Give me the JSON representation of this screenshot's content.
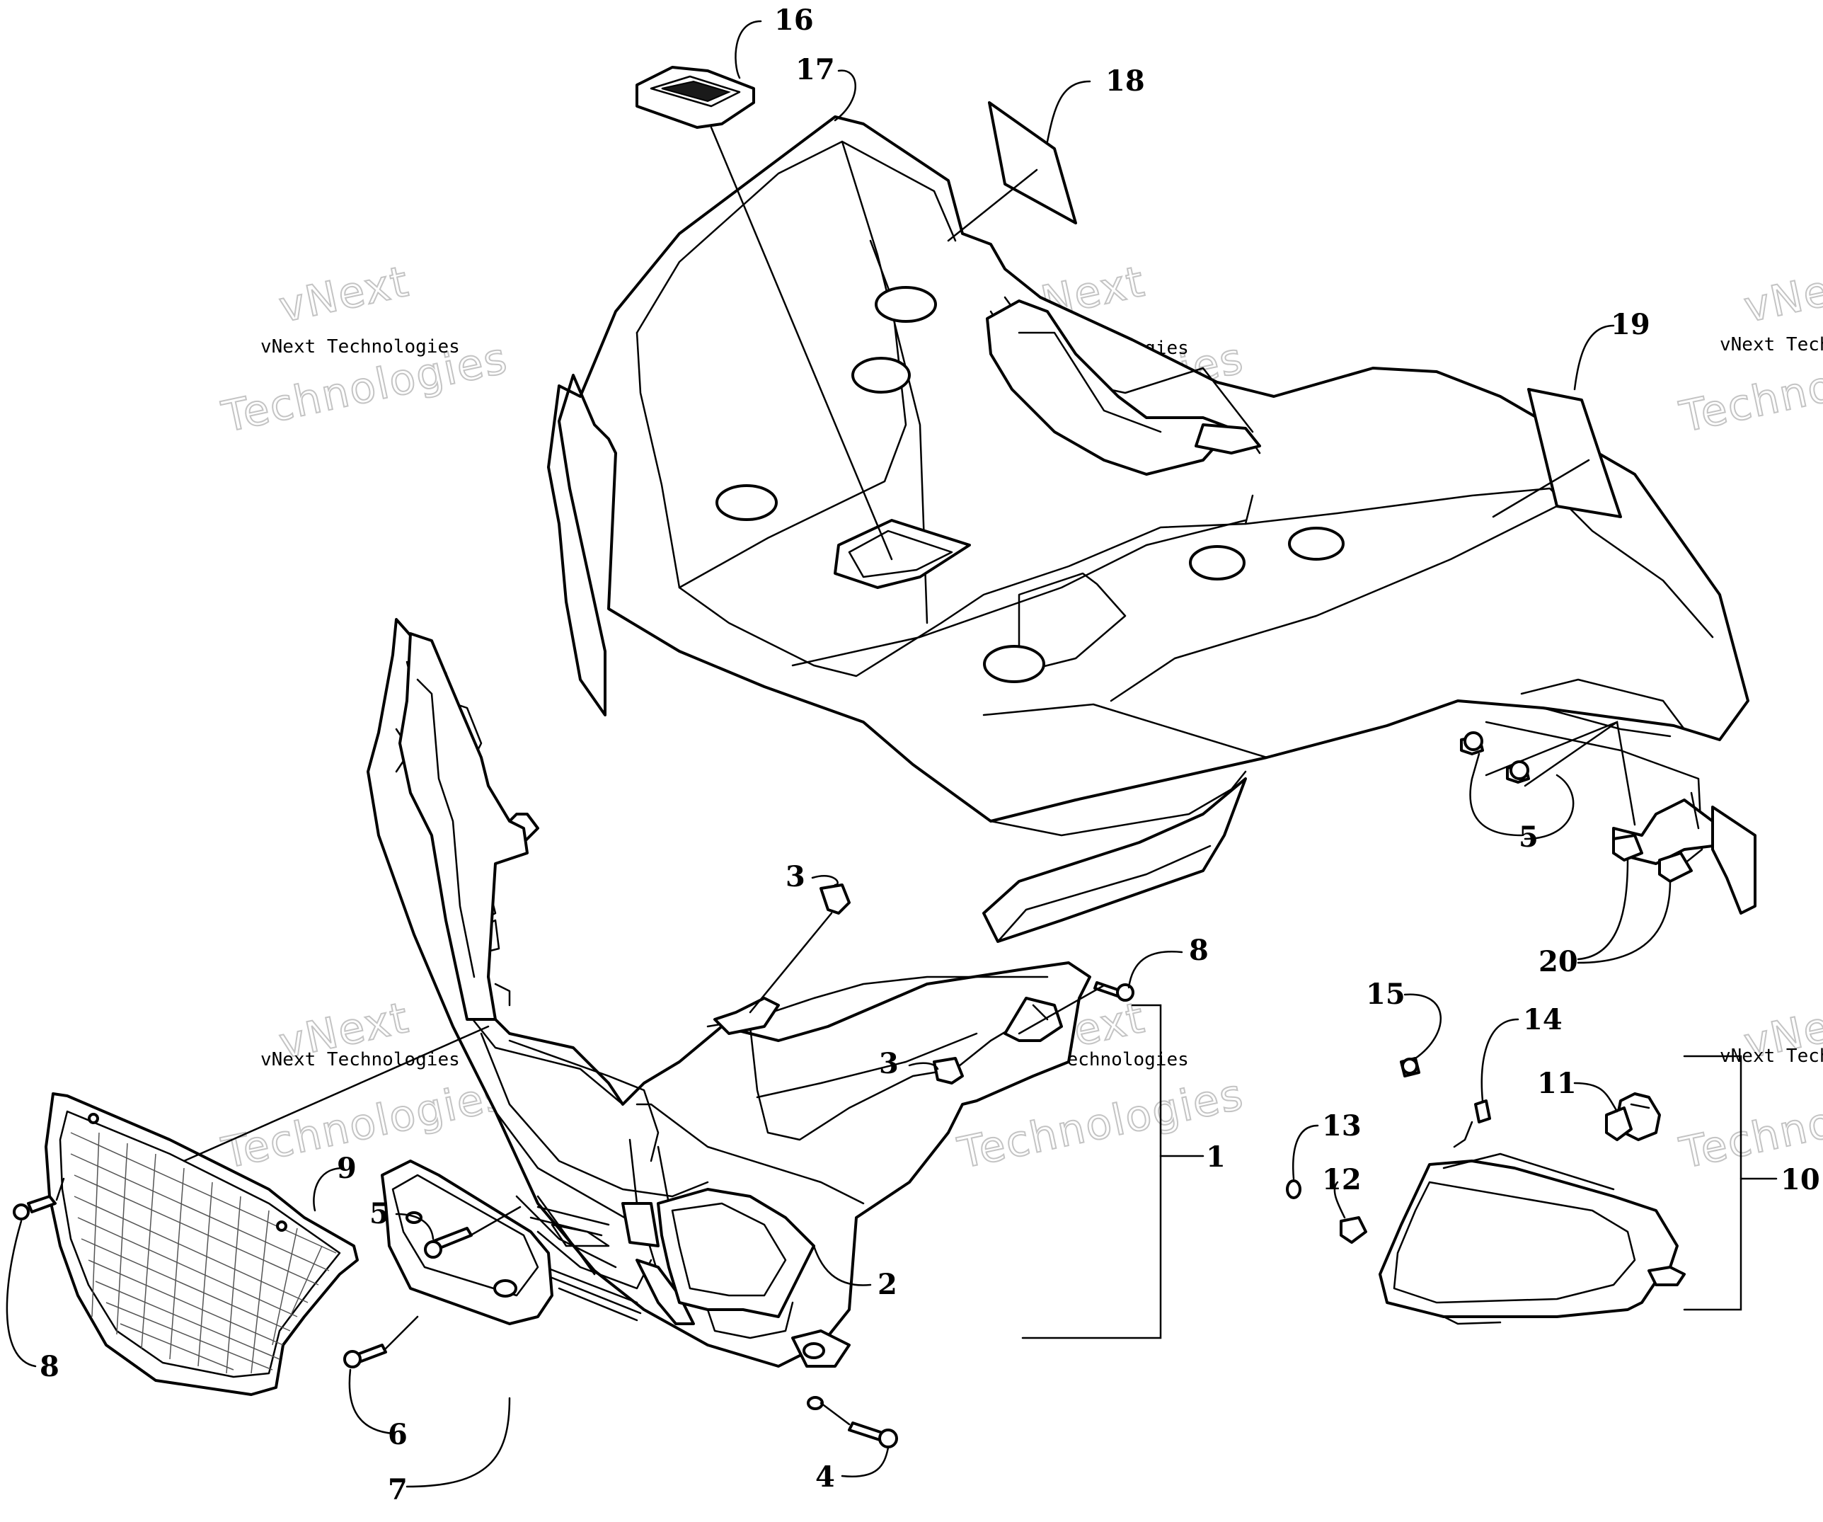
{
  "watermark": {
    "brand_small": "vNext Technologies",
    "brand_top": "vNext",
    "brand_bottom": "Technologies"
  },
  "callouts": {
    "c1": "1",
    "c2": "2",
    "c3a": "3",
    "c3b": "3",
    "c4": "4",
    "c5a": "5",
    "c5b": "5",
    "c6": "6",
    "c7": "7",
    "c8a": "8",
    "c8b": "8",
    "c9": "9",
    "c10": "10",
    "c11": "11",
    "c12": "12",
    "c13": "13",
    "c14": "14",
    "c15": "15",
    "c16": "16",
    "c17": "17",
    "c18": "18",
    "c19": "19",
    "c20": "20"
  }
}
